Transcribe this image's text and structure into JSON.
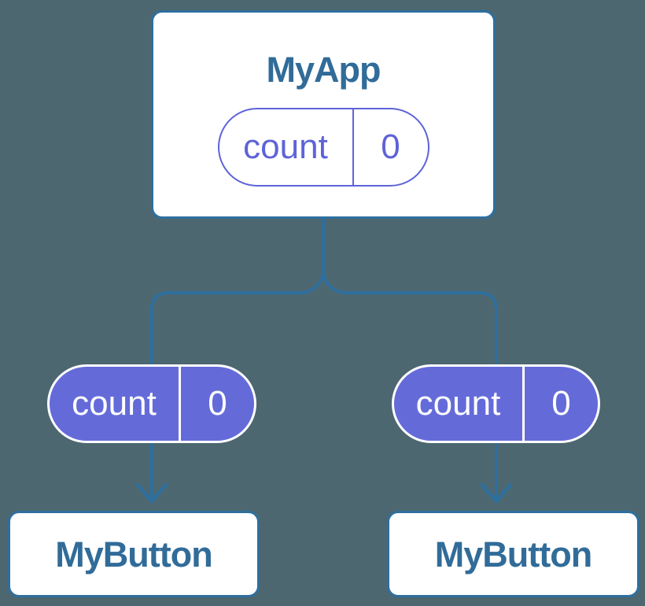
{
  "tree": {
    "root": {
      "title": "MyApp",
      "state": {
        "label": "count",
        "value": "0"
      }
    },
    "children": [
      {
        "title": "MyButton",
        "state": {
          "label": "count",
          "value": "0"
        }
      },
      {
        "title": "MyButton",
        "state": {
          "label": "count",
          "value": "0"
        }
      }
    ]
  },
  "colors": {
    "background": "#4C6770",
    "card_background": "#FFFFFF",
    "card_border_blue": "#2E6F9E",
    "connector_blue": "#2E6F9E",
    "title_text_blue": "#316C99",
    "state_purple": "#5E63D8",
    "state_purple_fill": "#646BD9",
    "state_text_on_fill": "#FFFFFF"
  }
}
